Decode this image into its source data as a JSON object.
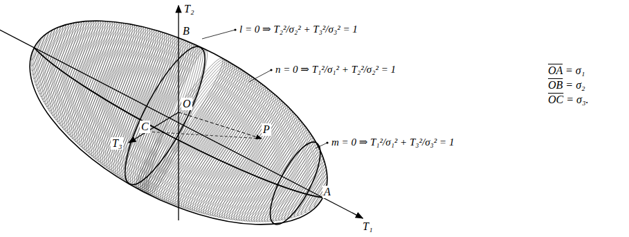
{
  "diagram": {
    "labels": [
      "T₂",
      "B",
      "l = 0 ⇒ T₂²/σ₂² + T₃²/σ₃² = 1",
      "n = 0 ⇒ T₁²/σ₁² + T₂²/σ₂² = 1",
      "O",
      "C",
      "T₃",
      "P",
      "m = 0 ⇒ T₁²/σ₁² + T₃²/σ₃² = 1",
      "A",
      "T₁",
      "OA = σ₁",
      "OB = σ₂",
      "OC = σ₃."
    ]
  }
}
